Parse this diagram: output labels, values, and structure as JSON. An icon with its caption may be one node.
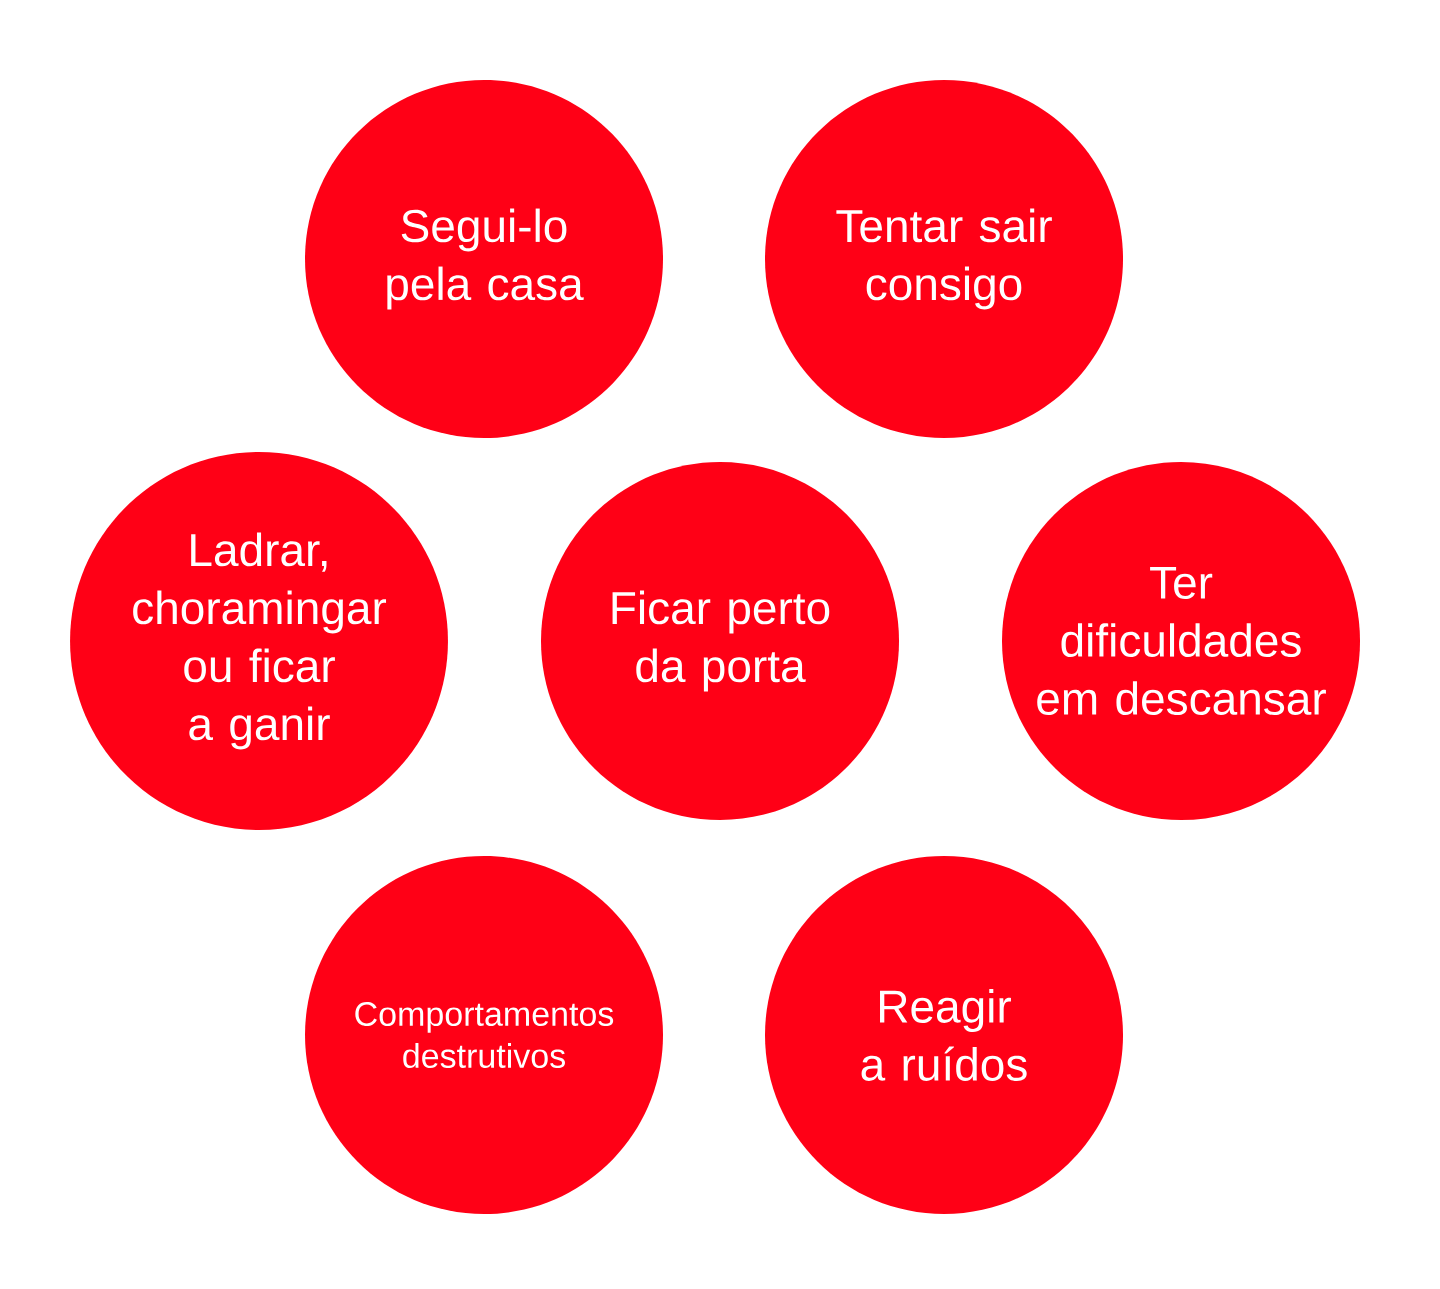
{
  "diagram": {
    "nodes": [
      {
        "text": [
          "Segui-lo pela casa"
        ]
      },
      {
        "text": [
          "Tentar sair consigo"
        ]
      },
      {
        "text": [
          "Ladrar, choramingar ou ficar a ganir"
        ]
      },
      {
        "text": [
          "Ficar perto da porta"
        ]
      },
      {
        "text": [
          "Ter dificuldades em descansar"
        ]
      },
      {
        "text": [
          "Comportamentos destrutivos"
        ]
      },
      {
        "text": [
          "Reagir a ruídos"
        ]
      }
    ]
  }
}
